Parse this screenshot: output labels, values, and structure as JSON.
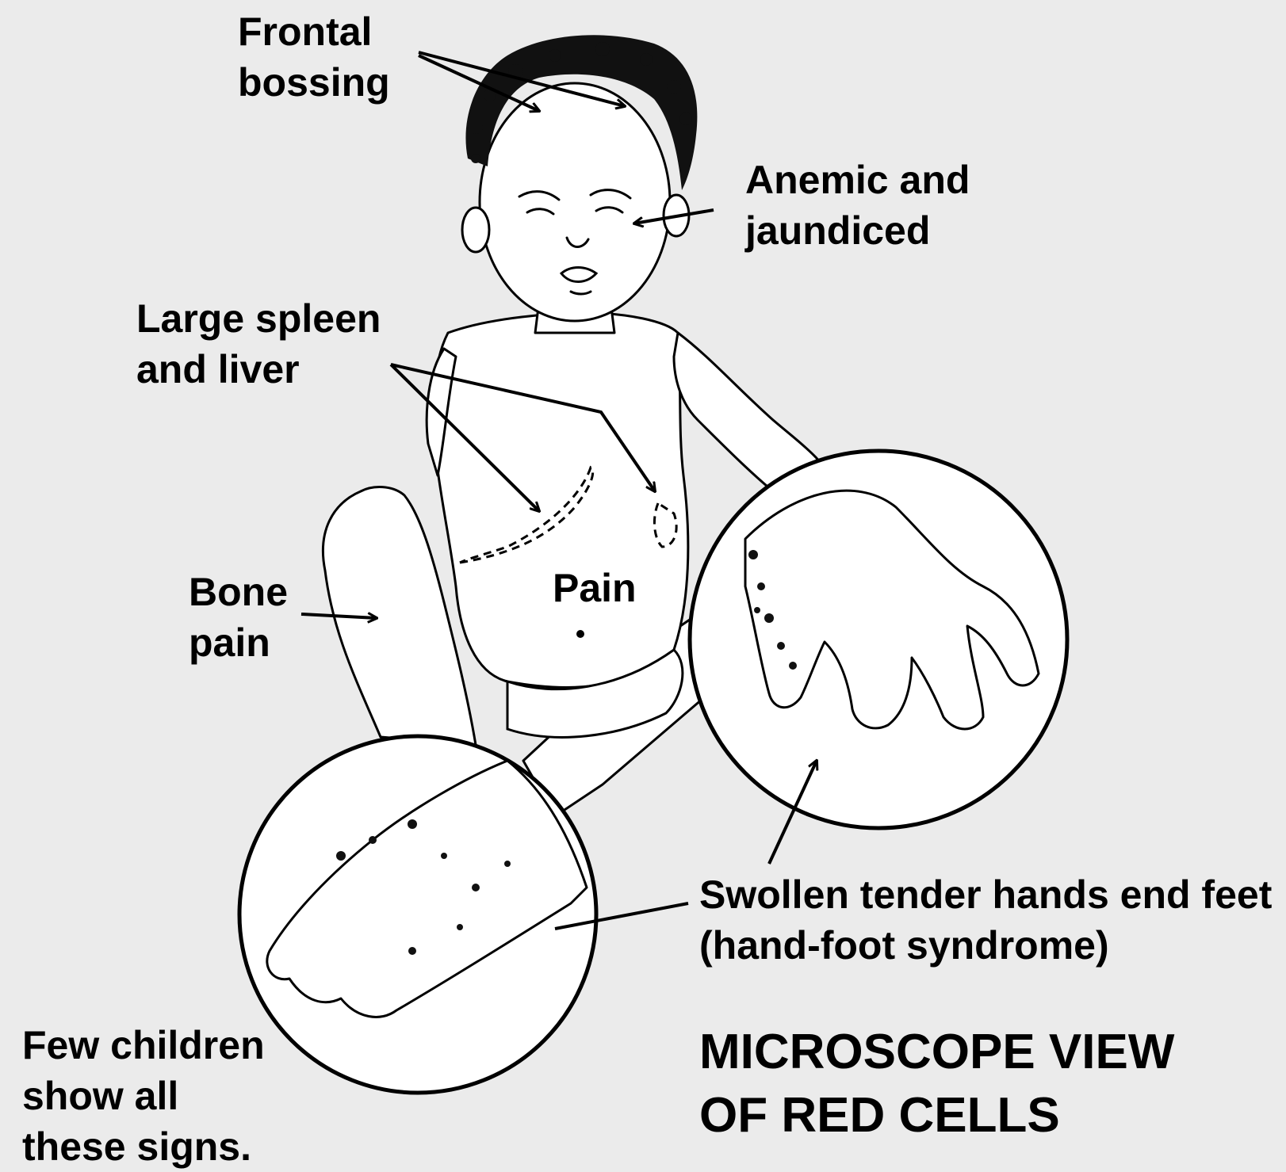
{
  "labels": {
    "frontal_bossing": [
      "Frontal",
      "bossing"
    ],
    "anemic": [
      "Anemic and",
      "jaundiced"
    ],
    "spleen_liver": [
      "Large spleen",
      "and liver"
    ],
    "pain": "Pain",
    "bone_pain": [
      "Bone",
      "pain"
    ],
    "hand_foot": [
      "Swollen tender hands end feet",
      "(hand-foot syndrome)"
    ],
    "few_children": [
      "Few children",
      "show all",
      "these signs."
    ],
    "microscope": [
      "MICROSCOPE VIEW",
      "OF RED CELLS"
    ]
  },
  "colors": {
    "background": "#ebebeb",
    "ink": "#000000",
    "figure_fill": "#ffffff"
  }
}
